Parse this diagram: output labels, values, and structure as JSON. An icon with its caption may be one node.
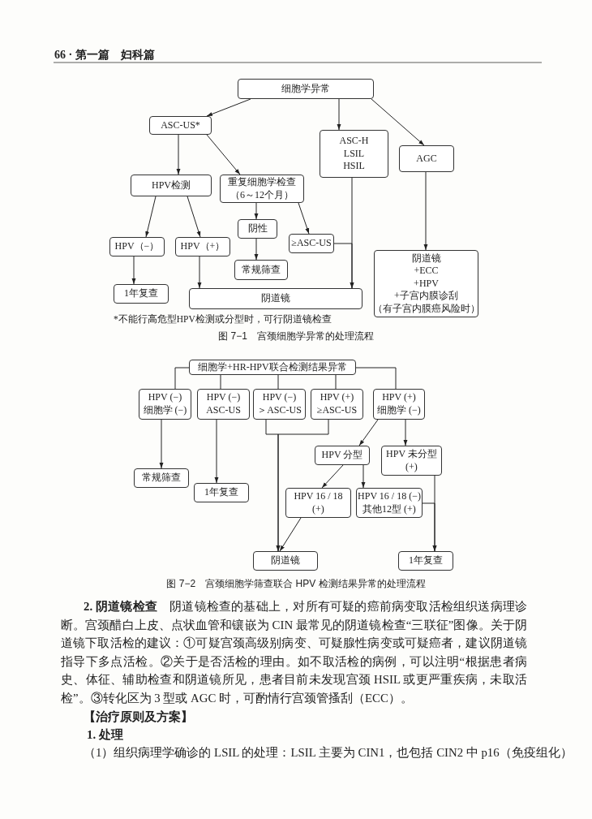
{
  "diagram": {
    "nodes": [
      {
        "text": [
          "细胞学异常"
        ]
      },
      {
        "text": [
          "ASC-US*"
        ]
      },
      {
        "text": [
          "ASC-H LSIL HSIL"
        ]
      },
      {
        "text": [
          "AGC"
        ]
      },
      {
        "text": [
          "HPV检测"
        ]
      },
      {
        "text": [
          "重复细胞学检查（6～12个月）"
        ]
      },
      {
        "text": [
          "阴性"
        ]
      },
      {
        "text": [
          "≥ASC-US"
        ]
      },
      {
        "text": [
          "HPV（−）"
        ]
      },
      {
        "text": [
          "HPV（+）"
        ]
      },
      {
        "text": [
          "常规筛查"
        ]
      },
      {
        "text": [
          "1年复查"
        ]
      },
      {
        "text": [
          "阴道镜"
        ]
      },
      {
        "text": [
          "阴道镜 +ECC +HPV +子宫内膜诊刮（有子宫内膜癌风险时）"
        ]
      },
      {
        "text": [
          "细胞学+HR-HPV联合检测结果异常"
        ]
      },
      {
        "text": [
          "HPV (−) 细胞学 (−)"
        ]
      },
      {
        "text": [
          "HPV (−) ASC-US"
        ]
      },
      {
        "text": [
          "HPV (−) ＞ASC-US"
        ]
      },
      {
        "text": [
          "HPV (+) ≥ASC-US"
        ]
      },
      {
        "text": [
          "HPV (+) 细胞学 (−)"
        ]
      },
      {
        "text": [
          "HPV 分型"
        ]
      },
      {
        "text": [
          "HPV 未分型 (+)"
        ]
      },
      {
        "text": [
          "常规筛查"
        ]
      },
      {
        "text": [
          "1年复查"
        ]
      },
      {
        "text": [
          "HPV 16 / 18 (+)"
        ]
      },
      {
        "text": [
          "HPV 16 / 18 (−) 其他12型 (+)"
        ]
      },
      {
        "text": [
          "阴道镜"
        ]
      },
      {
        "text": [
          "1年复查"
        ]
      }
    ],
    "edges": [
      {
        "from": 0,
        "to": 1,
        "arrow": "to"
      },
      {
        "from": 0,
        "to": 2,
        "arrow": "to"
      },
      {
        "from": 0,
        "to": 3,
        "arrow": "to"
      },
      {
        "from": 1,
        "to": 4,
        "arrow": "to"
      },
      {
        "from": 1,
        "to": 5,
        "arrow": "to"
      },
      {
        "from": 4,
        "to": 8,
        "arrow": "to"
      },
      {
        "from": 4,
        "to": 9,
        "arrow": "to"
      },
      {
        "from": 5,
        "to": 6,
        "arrow": "to"
      },
      {
        "from": 5,
        "to": 7,
        "arrow": "to"
      },
      {
        "from": 6,
        "to": 10,
        "arrow": "to"
      },
      {
        "from": 8,
        "to": 11,
        "arrow": "to"
      },
      {
        "from": 9,
        "to": 12,
        "arrow": "to"
      },
      {
        "from": 2,
        "to": 12,
        "arrow": "to"
      },
      {
        "from": 7,
        "to": 12,
        "arrow": "to"
      },
      {
        "from": 3,
        "to": 13,
        "arrow": "to"
      },
      {
        "from": 14,
        "to": 15,
        "arrow": "none"
      },
      {
        "from": 14,
        "to": 16,
        "arrow": "none"
      },
      {
        "from": 14,
        "to": 17,
        "arrow": "none"
      },
      {
        "from": 14,
        "to": 18,
        "arrow": "none"
      },
      {
        "from": 14,
        "to": 19,
        "arrow": "none"
      },
      {
        "from": 15,
        "to": 22,
        "arrow": "to"
      },
      {
        "from": 16,
        "to": 23,
        "arrow": "to"
      },
      {
        "from": 17,
        "to": 26,
        "arrow": "to"
      },
      {
        "from": 18,
        "to": 26,
        "arrow": "to"
      },
      {
        "from": 19,
        "to": 20,
        "arrow": "to"
      },
      {
        "from": 19,
        "to": 21,
        "arrow": "to"
      },
      {
        "from": 20,
        "to": 24,
        "arrow": "to"
      },
      {
        "from": 20,
        "to": 25,
        "arrow": "to"
      },
      {
        "from": 24,
        "to": 26,
        "arrow": "to"
      },
      {
        "from": 21,
        "to": 27,
        "arrow": "to"
      },
      {
        "from": 25,
        "to": 27,
        "arrow": "to"
      }
    ],
    "labels": [
      "**66** ·  第一篇　妇科篇",
      "*不能行高危型HPV检测或分型时，可行阴道镜检查",
      "图 7−1　宫颈细胞学异常的处理流程",
      "图 7−2　宫颈细胞学筛查联合 HPV 检测结果异常的处理流程",
      "**2. 阴道镜检查**　阴道镜检查的基础上，对所有可疑的癌前病变取活检组织送病理诊断。宫颈醋白上皮、点状血管和镶嵌为 CIN 最常见的阴道镜检查“三联征”图像。关于阴道镜下取活检的建议：①可疑宫颈高级别病变、可疑腺性病变或可疑癌者，建议阴道镜指导下多点活检。②关于是否活检的理由。如不取活检的病例，可以注明“根据患者病史、体征、辅助检查和阴道镜所见，患者目前未发现宫颈 HSIL 或更严重疾病，未取活检”。③转化区为 3 型或 AGC 时，可酌情行宫颈管搔刮（ECC）。",
      "【治疗原则及方案】",
      "1. 处理",
      "（1）组织病理学确诊的 LSIL 的处理：LSIL 主要为 CIN1，也包括 CIN2 中 p16（免疫组化）"
    ]
  }
}
